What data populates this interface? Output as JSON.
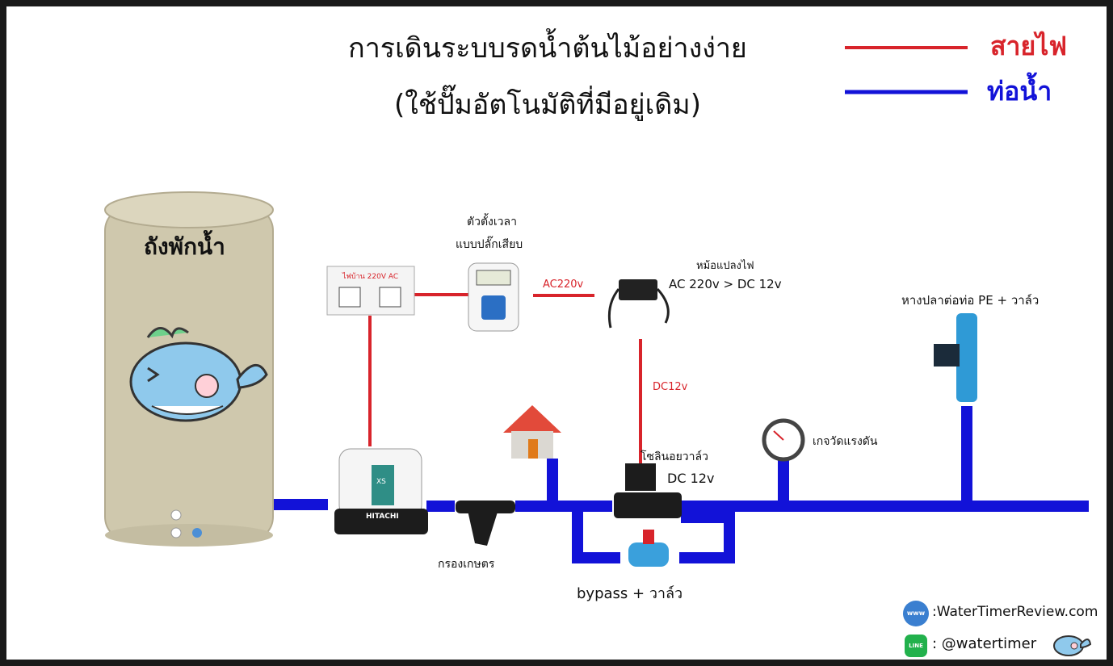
{
  "title": {
    "line1": "การเดินระบบรดน้ำต้นไม้อย่างง่าย",
    "line2": "(ใช้ปั๊มอัตโนมัติที่มีอยู่เดิม)"
  },
  "legend": {
    "electric_label": "สายไฟ",
    "pipe_label": "ท่อน้ำ",
    "electric_color": "#d8242b",
    "pipe_color": "#1212d8"
  },
  "components": {
    "tank_label": "ถังพักน้ำ",
    "outlet_label": "ไฟบ้าน 220V AC",
    "timer_label_line1": "ตัวตั้งเวลา",
    "timer_label_line2": "แบบปลั๊กเสียบ",
    "adapter_label_line1": "หม้อแปลงไฟ",
    "adapter_label_line2": "AC 220v > DC 12v",
    "ac_wire_label": "AC220v",
    "dc_wire_label": "DC12v",
    "solenoid_label_line1": "โซลินอยวาล์ว",
    "solenoid_label_line2": "DC 12v",
    "gauge_label": "เกจวัดแรงดัน",
    "tail_label": "หางปลาต่อท่อ PE + วาล์ว",
    "filter_label": "กรองเกษตร",
    "bypass_label": "bypass + วาล์ว",
    "pump_brand": "HITACHI",
    "pump_model": "XS"
  },
  "footer": {
    "website": ":WaterTimerReview.com",
    "line_id": ": @watertimer",
    "web_icon_text": "www",
    "line_icon_text": "LINE"
  }
}
